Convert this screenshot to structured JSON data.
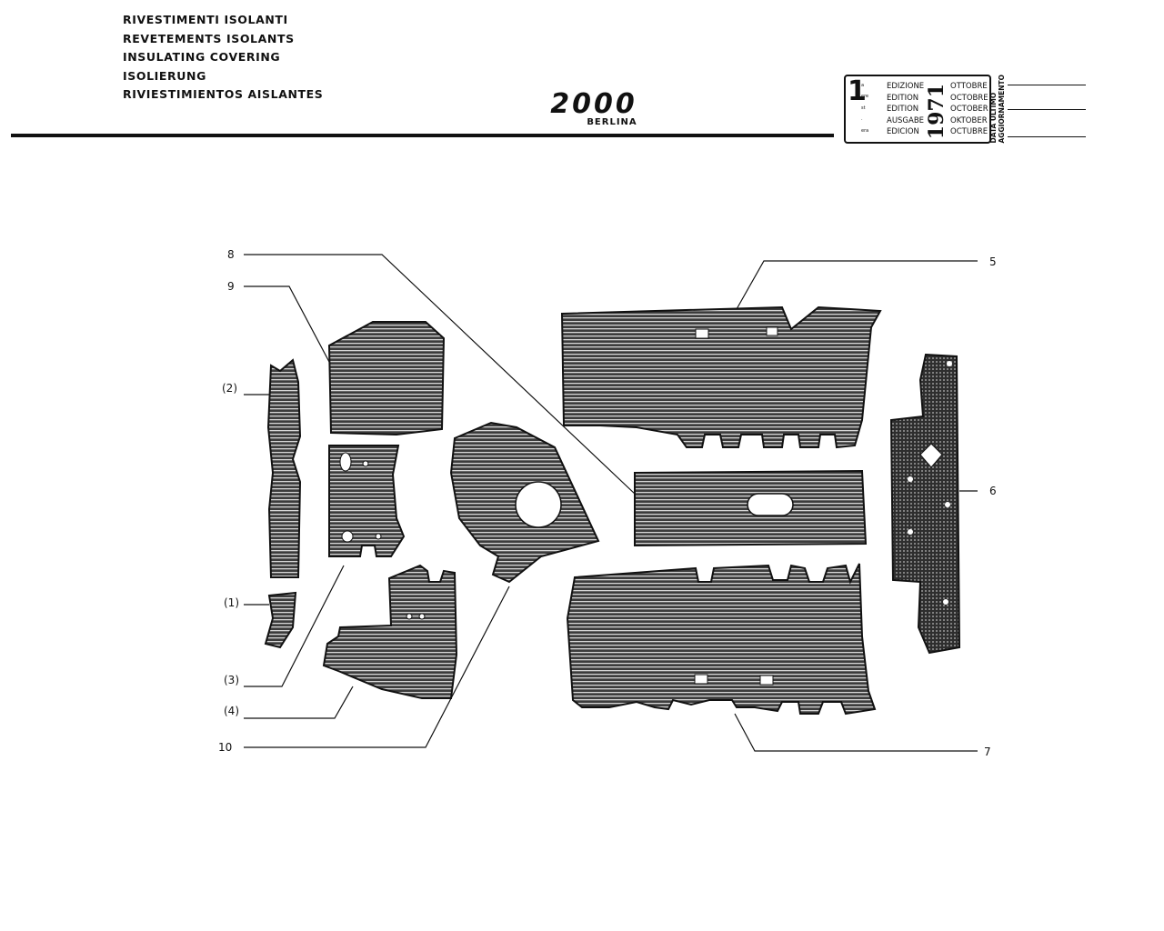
{
  "header": {
    "titles": [
      "RIVESTIMENTI ISOLANTI",
      "REVETEMENTS ISOLANTS",
      "INSULATING COVERING",
      "ISOLIERUNG",
      "RIVIESTIMIENTOS AISLANTES"
    ],
    "model": "2000",
    "model_sub": "BERLINA"
  },
  "edition": {
    "number": "1",
    "ordinals": [
      "a",
      "ere",
      "st",
      ".",
      "era"
    ],
    "words": [
      "EDIZIONE",
      "EDITION",
      "EDITION",
      "AUSGABE",
      "EDICION"
    ],
    "year": "1971",
    "months": [
      "OTTOBRE",
      "OCTOBRE",
      "OCTOBER",
      "OKTOBER",
      "OCTUBRE"
    ],
    "update_label": [
      "DATA ULTIMO",
      "AGGIORNAMENTO"
    ]
  },
  "callouts": {
    "c8": "8",
    "c9": "9",
    "c2": "(2)",
    "c1": "(1)",
    "c3": "(3)",
    "c4": "(4)",
    "c10": "10",
    "c5": "5",
    "c6": "6",
    "c7": "7"
  },
  "colors": {
    "ink": "#111111",
    "panel": "#4a4a4a",
    "paper": "#ffffff"
  }
}
